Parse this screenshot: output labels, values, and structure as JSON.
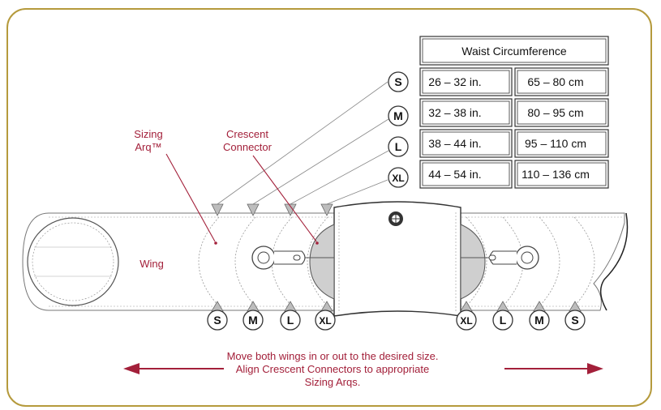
{
  "table": {
    "header": "Waist Circumference",
    "rows": [
      {
        "size": "S",
        "inches": "26 – 32 in.",
        "cm": "65 – 80 cm"
      },
      {
        "size": "M",
        "inches": "32 – 38 in.",
        "cm": "80 – 95 cm"
      },
      {
        "size": "L",
        "inches": "38 – 44 in.",
        "cm": "95 – 110 cm"
      },
      {
        "size": "XL",
        "inches": "44 – 54 in.",
        "cm": "110 – 136 cm"
      }
    ]
  },
  "labels": {
    "sizing_arq": [
      "Sizing",
      "Arq™"
    ],
    "crescent_connector": [
      "Crescent",
      "Connector"
    ],
    "wing": "Wing"
  },
  "left_sizes": [
    "S",
    "M",
    "L",
    "XL"
  ],
  "right_sizes": [
    "XL",
    "L",
    "M",
    "S"
  ],
  "caption": [
    "Move both wings in or out to the desired size.",
    "Align Crescent Connectors to appropriate",
    "Sizing Arqs."
  ],
  "colors": {
    "frame": "#b59a3c",
    "accent_red": "#a3203a",
    "crescent_fill": "#cfcfcf"
  }
}
